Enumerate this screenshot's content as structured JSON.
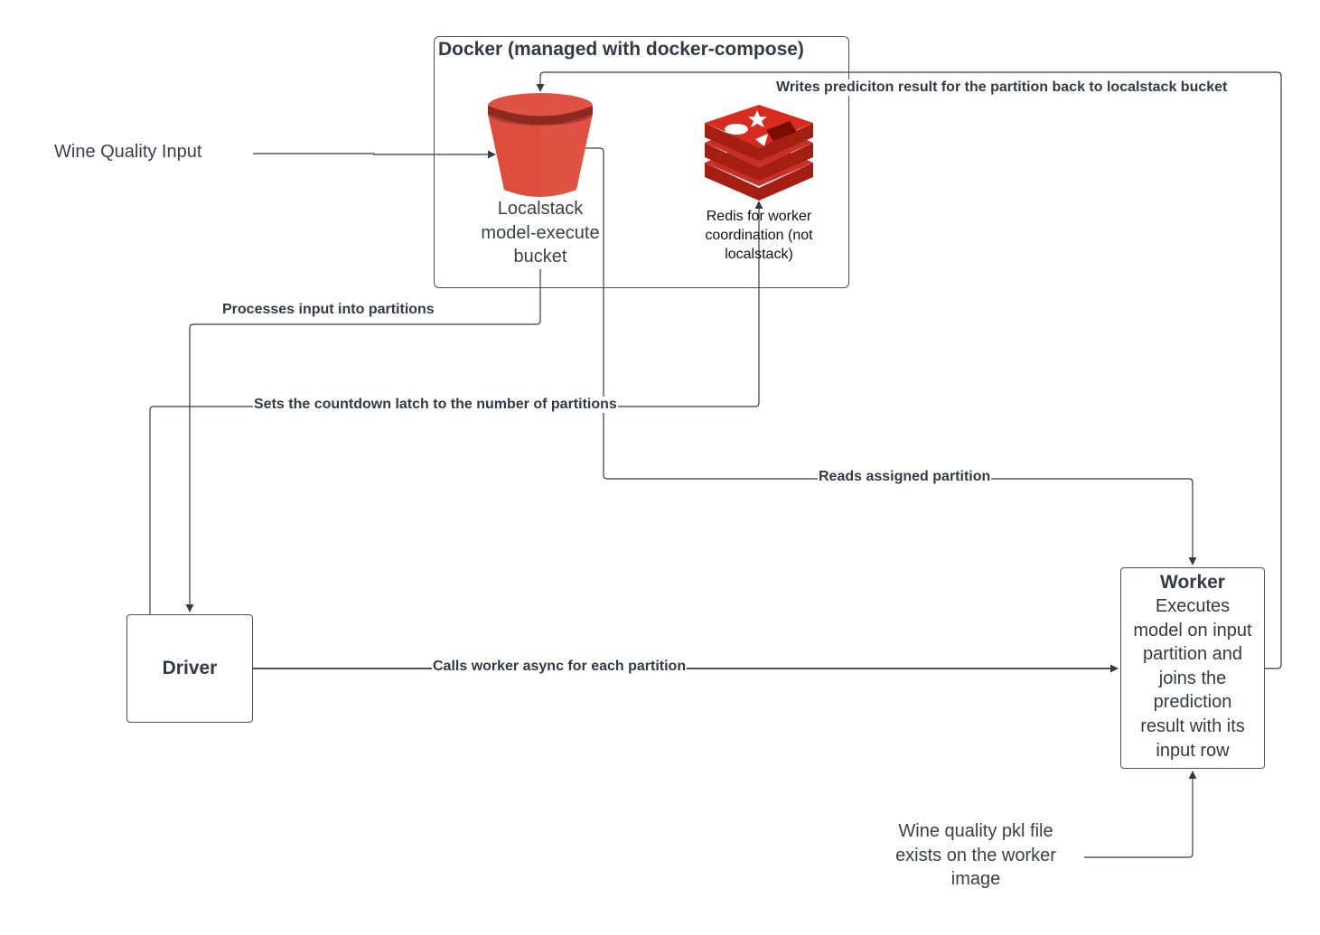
{
  "docker": {
    "title": "Docker (managed with docker-compose)"
  },
  "input": {
    "label": "Wine Quality Input"
  },
  "bucket": {
    "icon": "s3-bucket-icon",
    "label_lines": [
      "Localstack",
      "model-execute",
      "bucket"
    ],
    "color": "#E05243"
  },
  "redis": {
    "icon": "redis-icon",
    "label_lines": [
      "Redis for worker",
      "coordination (not",
      "localstack)"
    ],
    "color": "#C6302B"
  },
  "driver": {
    "label": "Driver"
  },
  "worker": {
    "title": "Worker",
    "description_lines": [
      "Executes",
      "model on input",
      "partition and",
      "joins the",
      "prediction",
      "result with its",
      "input row"
    ]
  },
  "pkl_note": {
    "lines": [
      "Wine quality pkl file",
      "exists on the worker",
      "image"
    ]
  },
  "edges": {
    "processes": "Processes input into partitions",
    "countdown": "Sets the countdown latch to the number of partitions",
    "reads": "Reads assigned partition",
    "calls": "Calls worker async for each partition",
    "writes": "Writes prediciton result for the partition back to localstack bucket"
  }
}
